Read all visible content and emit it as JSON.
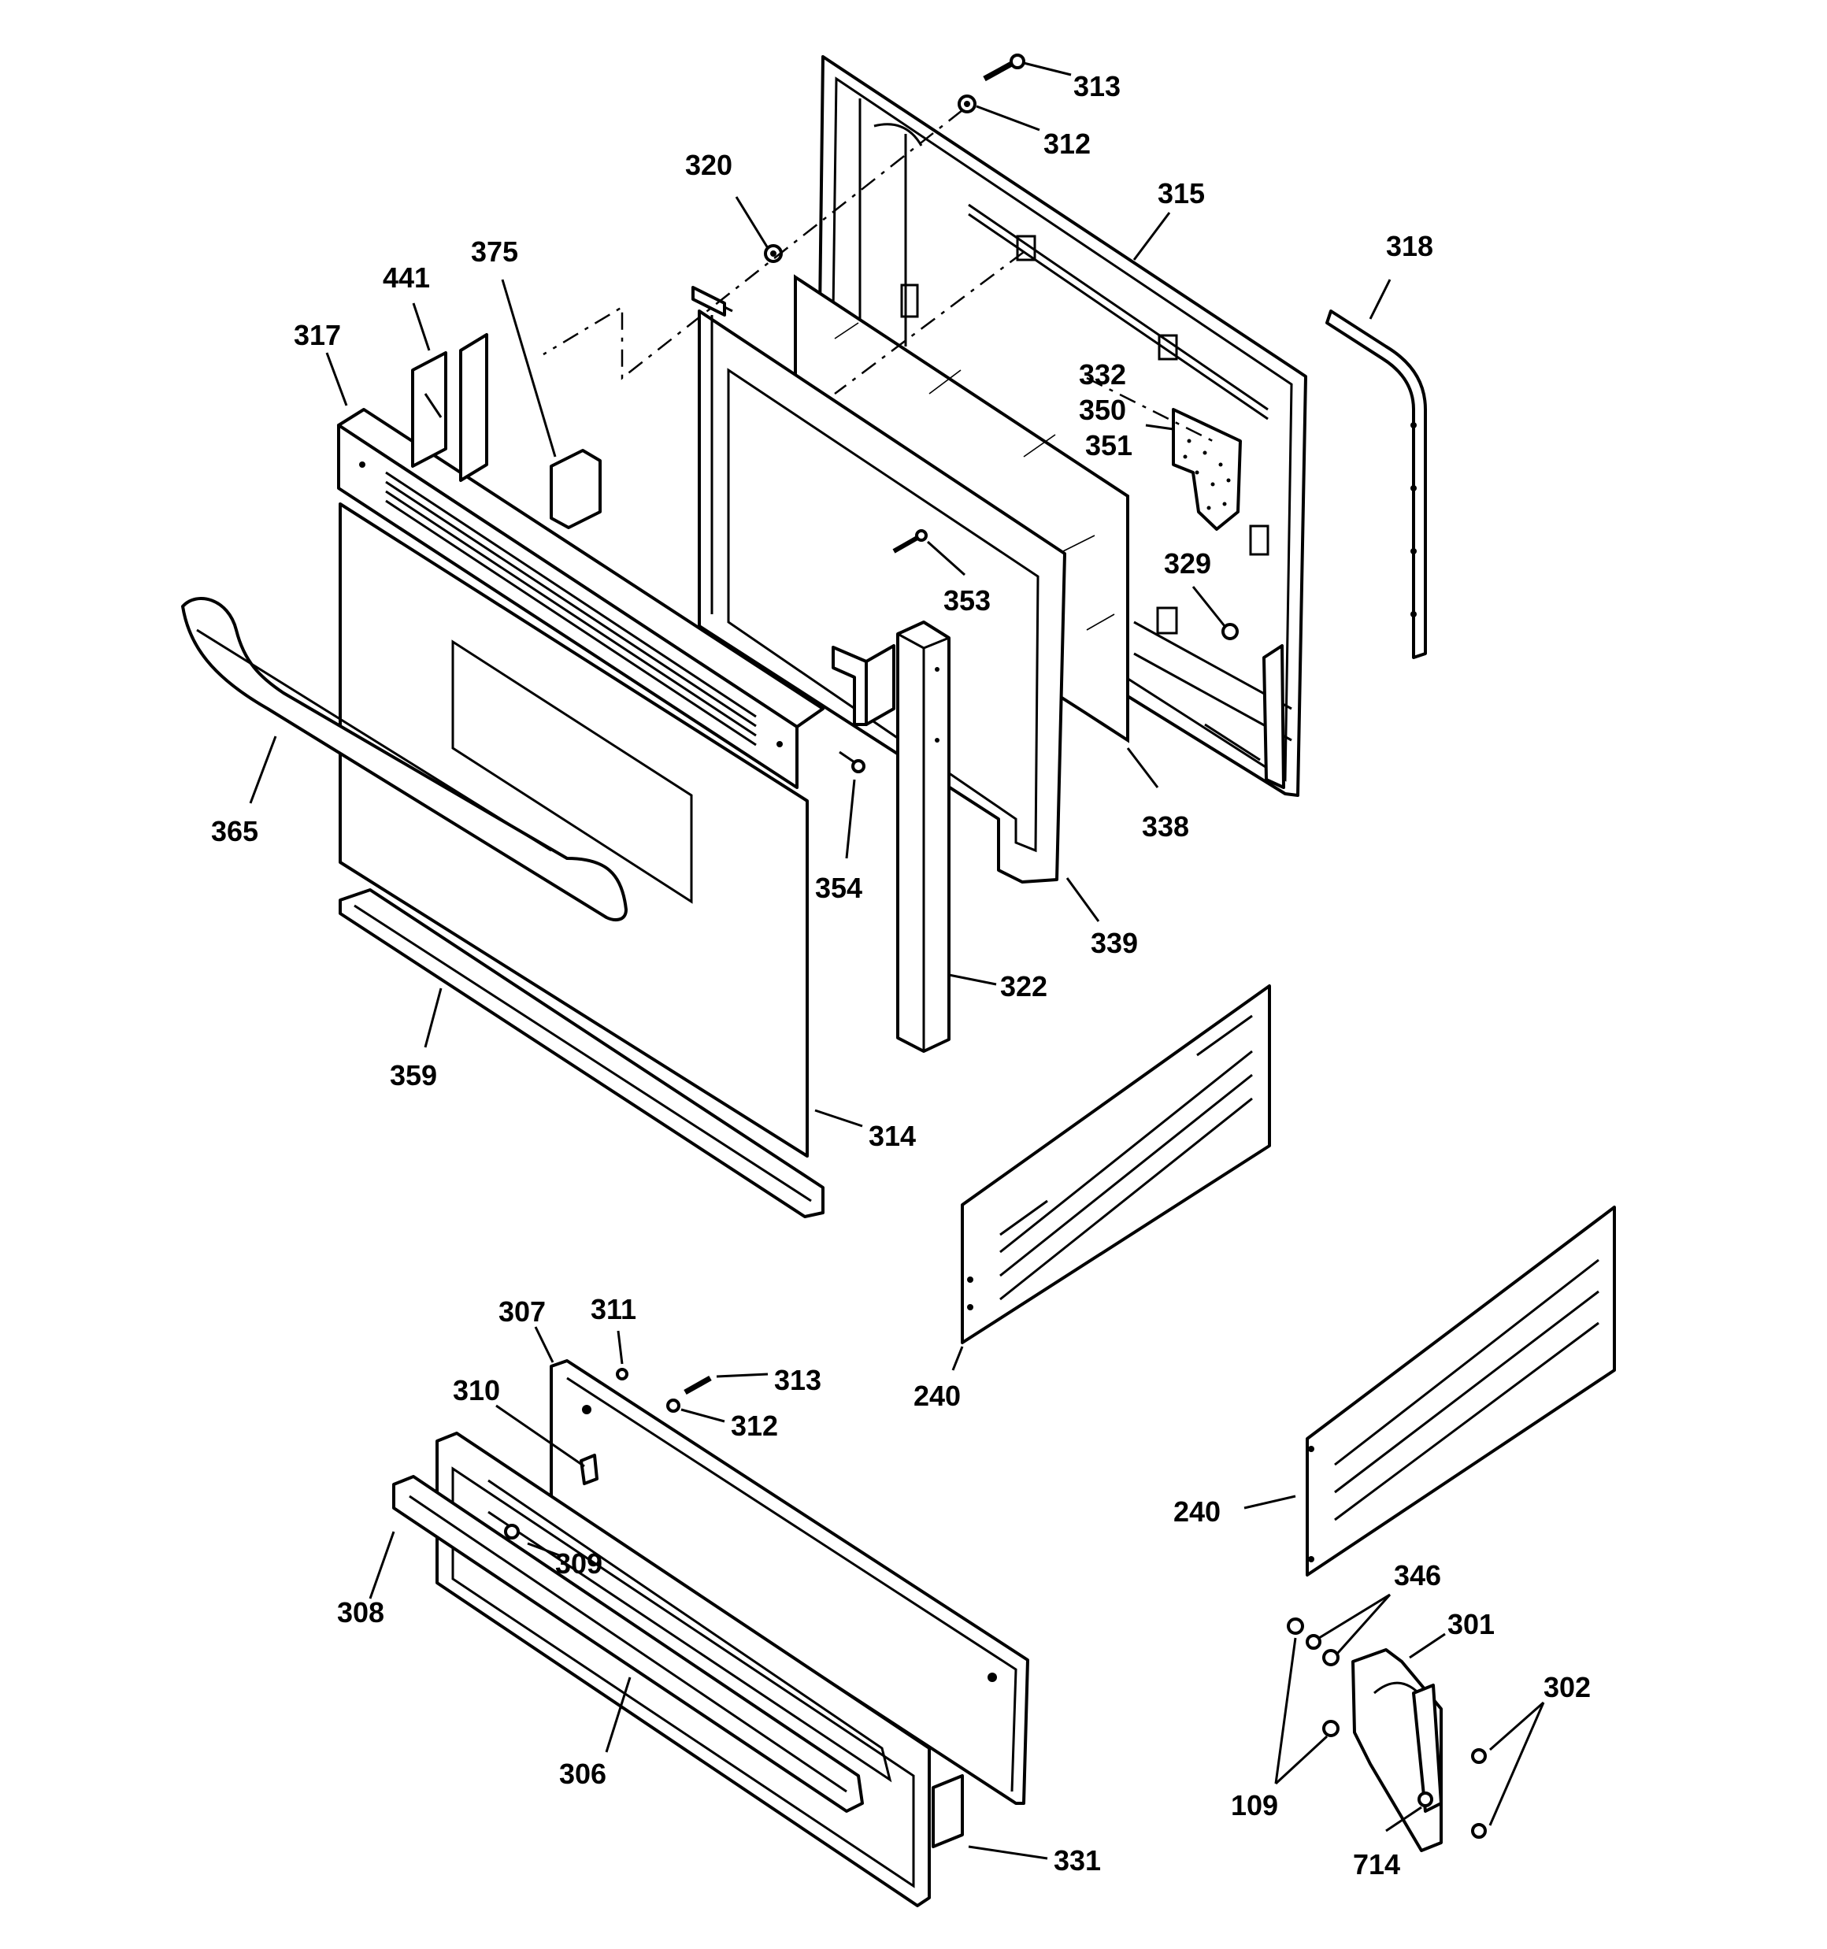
{
  "callouts": [
    {
      "id": "313a",
      "text": "313"
    },
    {
      "id": "312a",
      "text": "312"
    },
    {
      "id": "320",
      "text": "320"
    },
    {
      "id": "315",
      "text": "315"
    },
    {
      "id": "318",
      "text": "318"
    },
    {
      "id": "441",
      "text": "441"
    },
    {
      "id": "375",
      "text": "375"
    },
    {
      "id": "317",
      "text": "317"
    },
    {
      "id": "332",
      "text": "332"
    },
    {
      "id": "350",
      "text": "350"
    },
    {
      "id": "351",
      "text": "351"
    },
    {
      "id": "329",
      "text": "329"
    },
    {
      "id": "353",
      "text": "353"
    },
    {
      "id": "365",
      "text": "365"
    },
    {
      "id": "354",
      "text": "354"
    },
    {
      "id": "338",
      "text": "338"
    },
    {
      "id": "339",
      "text": "339"
    },
    {
      "id": "322",
      "text": "322"
    },
    {
      "id": "359",
      "text": "359"
    },
    {
      "id": "314",
      "text": "314"
    },
    {
      "id": "240a",
      "text": "240"
    },
    {
      "id": "307",
      "text": "307"
    },
    {
      "id": "311",
      "text": "311"
    },
    {
      "id": "313b",
      "text": "313"
    },
    {
      "id": "310",
      "text": "310"
    },
    {
      "id": "312b",
      "text": "312"
    },
    {
      "id": "240b",
      "text": "240"
    },
    {
      "id": "309",
      "text": "309"
    },
    {
      "id": "308",
      "text": "308"
    },
    {
      "id": "346",
      "text": "346"
    },
    {
      "id": "301",
      "text": "301"
    },
    {
      "id": "302",
      "text": "302"
    },
    {
      "id": "306",
      "text": "306"
    },
    {
      "id": "109",
      "text": "109"
    },
    {
      "id": "714",
      "text": "714"
    },
    {
      "id": "331",
      "text": "331"
    }
  ]
}
